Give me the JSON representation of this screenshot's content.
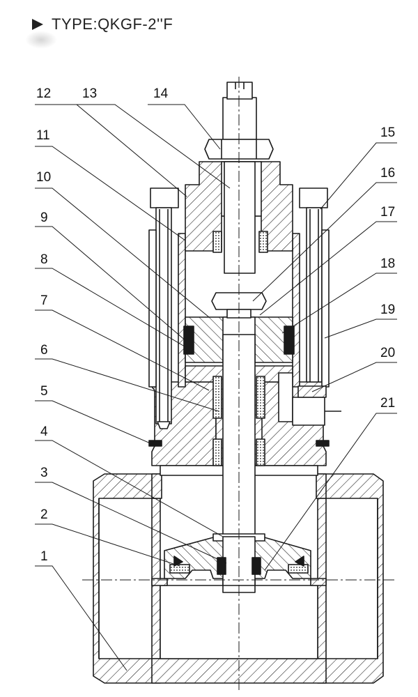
{
  "header": {
    "title": "TYPE:QKGF-2''F",
    "arrow_icon": "play-triangle-icon"
  },
  "labels": {
    "l1": "1",
    "l2": "2",
    "l3": "3",
    "l4": "4",
    "l5": "5",
    "l6": "6",
    "l7": "7",
    "l8": "8",
    "l9": "9",
    "l10": "10",
    "l11": "11",
    "l12": "12",
    "l13": "13",
    "l14": "14",
    "l15": "15",
    "l16": "16",
    "l17": "17",
    "l18": "18",
    "l19": "19",
    "l20": "20",
    "l21": "21"
  },
  "colors": {
    "line": "#1a1a1a",
    "background": "#ffffff"
  }
}
